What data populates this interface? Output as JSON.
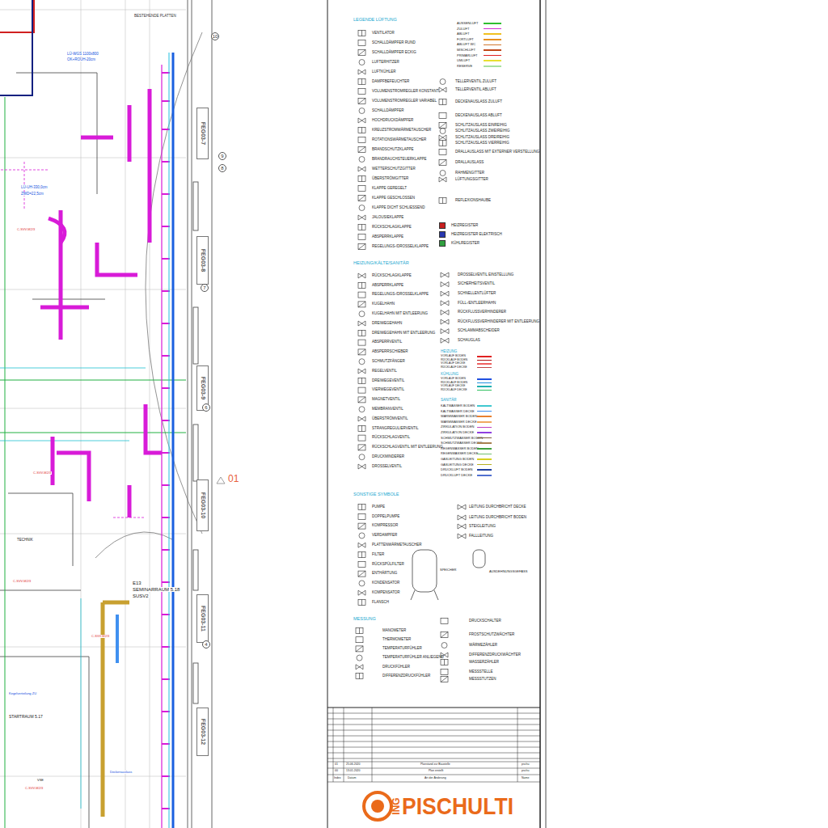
{
  "diagram": {
    "nodes": [
      {
        "text": [
          "FEG03-7"
        ]
      },
      {
        "text": [
          "FEG03-8"
        ]
      },
      {
        "text": [
          "FEG03-9"
        ]
      },
      {
        "text": [
          "FEG03-10"
        ]
      },
      {
        "text": [
          "FEG03-11"
        ]
      },
      {
        "text": [
          "FEG03-12"
        ]
      },
      {
        "text": [
          "10"
        ]
      },
      {
        "text": [
          "9"
        ]
      },
      {
        "text": [
          "8"
        ]
      },
      {
        "text": [
          "7"
        ]
      },
      {
        "text": [
          "6"
        ]
      },
      {
        "text": [
          "4"
        ]
      }
    ],
    "labels": [
      "LEGENDE LÜFTUNG",
      "HEIZUNG/KÄLTE/SANITÄR",
      "HEIZUNG",
      "KÜHLUNG",
      "SANITÄR",
      "SONSTIGE SYMBOLE",
      "SPEICHER",
      "AUSDEHNUNGSGEFÄSS",
      "MESSUNG",
      "01",
      "25.06.2020",
      "Planstand zur Baustelle",
      "pschu",
      "00",
      "13.01.2020",
      "Plan erstellt",
      "pschu",
      "Index",
      "Datum",
      "Art der Änderung",
      "Name",
      "ING",
      "PISCHULTI",
      "01",
      "BESTEHENDE PLATTEN",
      "LÜ-WGS 1100x800",
      "OK+ROUH-20cm",
      "LÜ-UH-330,0cm",
      "ZWD=22,5cm",
      "E13",
      "SEMINARRAUM 5.18",
      "SUSV2",
      "C-SVV-M2/3",
      "C-SVV-M2/3",
      "C-SVV-M2/3",
      "C-SVV-M2/3",
      "C-SVV-M2/3",
      "TECHNIK",
      "Kegelverteilung ZU",
      "STARTRAUM 5.17",
      "Deckenauslass",
      "VSE"
    ],
    "legend": [
      {
        "text": "AUSSENLUFT",
        "color": "#2fbf2f"
      },
      {
        "text": "ZULUFT",
        "color": "#d42ad4"
      },
      {
        "text": "ABLUFT",
        "color": "#f0c020"
      },
      {
        "text": "FORTLUFT",
        "color": "#e89020"
      },
      {
        "text": "ABLUFT WC",
        "color": "#d07830"
      },
      {
        "text": "MISCHLUFT",
        "color": "#c04818"
      },
      {
        "text": "PRIMÄRLUFT",
        "color": "#e02020"
      },
      {
        "text": "UMLUFT",
        "color": "#e8e030"
      },
      {
        "text": "RESERVE",
        "color": "#a8e0a0"
      },
      {
        "text": "VENTILATOR"
      },
      {
        "text": "SCHALLDÄMPFER RUND"
      },
      {
        "text": "SCHALLDÄMPFER ECKIG"
      },
      {
        "text": "LUFTERHITZER"
      },
      {
        "text": "LUFTKÜHLER"
      },
      {
        "text": "DAMPFBEFEUCHTER"
      },
      {
        "text": "VOLUMENSTROMREGLER KONSTANT"
      },
      {
        "text": "VOLUMENSTROMREGLER VARIABEL"
      },
      {
        "text": "SCHALLDÄMPFER"
      },
      {
        "text": "HOCHDRUCKDÄMPFER"
      },
      {
        "text": "KREUZSTROMWÄRMETAUSCHER"
      },
      {
        "text": "ROTATIONSWÄRMETAUSCHER"
      },
      {
        "text": "BRANDSCHUTZKLAPPE"
      },
      {
        "text": "BRANDRAUCHSTEUERKLAPPE"
      },
      {
        "text": "WETTERSCHUTZGITTER"
      },
      {
        "text": "ÜBERSTRÖMGITTER"
      },
      {
        "text": "KLAPPE GEREGELT"
      },
      {
        "text": "KLAPPE GESCHLOSSEN"
      },
      {
        "text": "KLAPPE DICHT SCHLIESSEND"
      },
      {
        "text": "JALOUSIEKLAPPE"
      },
      {
        "text": "RÜCKSCHLAGKLAPPE"
      },
      {
        "text": "ABSPERRKLAPPE"
      },
      {
        "text": "REGELUNGS-/DROSSELKLAPPE"
      },
      {
        "text": "TELLERVENTIL ZULUFT"
      },
      {
        "text": "TELLERVENTIL ABLUFT"
      },
      {
        "text": "DECKENAUSLASS ZULUFT"
      },
      {
        "text": "DECKENAUSLASS ABLUFT"
      },
      {
        "text": "SCHLITZAUSLASS EINREIHIG"
      },
      {
        "text": "SCHLITZAUSLASS ZWEIREIHIG"
      },
      {
        "text": "SCHLITZAUSLASS DREIREIHIG"
      },
      {
        "text": "SCHLITZAUSLASS VIERREIHIG"
      },
      {
        "text": "DRALLAUSLASS MIT EXTERNER VERSTELLUNG"
      },
      {
        "text": "DRALLAUSLASS"
      },
      {
        "text": "RAHMENGITTER"
      },
      {
        "text": "LÜFTUNGSGITTER"
      },
      {
        "text": "REFLEXIONSHAUBE"
      },
      {
        "text": "HEIZREGISTER",
        "color": "#c82020"
      },
      {
        "text": "HEIZREGISTER ELEKTRISCH",
        "color": "#2838b0"
      },
      {
        "text": "KÜHLREGISTER",
        "color": "#30a040"
      },
      {
        "text": "RÜCKSCHLAGKLAPPE"
      },
      {
        "text": "ABSPERRKLAPPE"
      },
      {
        "text": "REGELUNGS-/DROSSELKLAPPE"
      },
      {
        "text": "KUGELHAHN"
      },
      {
        "text": "KUGELHAHN MIT ENTLEERUNG"
      },
      {
        "text": "DREIWEGEHAHN"
      },
      {
        "text": "DREIWEGEHAHN MIT ENTLEERUNG"
      },
      {
        "text": "ABSPERRVENTIL"
      },
      {
        "text": "ABSPERRSCHIEBER"
      },
      {
        "text": "SCHMUTZFÄNGER"
      },
      {
        "text": "REGELVENTIL"
      },
      {
        "text": "DREIWEGEVENTIL"
      },
      {
        "text": "VIERWEGEVENTIL"
      },
      {
        "text": "MAGNETVENTIL"
      },
      {
        "text": "MEMBRANVENTIL"
      },
      {
        "text": "ÜBERSTRÖMVENTIL"
      },
      {
        "text": "STRANGREGULIERVENTIL"
      },
      {
        "text": "RÜCKSCHLAGVENTIL"
      },
      {
        "text": "RÜCKSCHLAGVENTIL MIT ENTLEERUNG"
      },
      {
        "text": "DRUCKMINDERER"
      },
      {
        "text": "DROSSELVENTIL"
      },
      {
        "text": "DROSSELVENTIL EINSTELLUNG"
      },
      {
        "text": "SICHERHEITSVENTIL"
      },
      {
        "text": "SCHNELLENTLÜFTER"
      },
      {
        "text": "FÜLL-/ENTLEERHAHN"
      },
      {
        "text": "RÜCKFLUSSVERHINDERER"
      },
      {
        "text": "RÜCKFLUSSVERHINDERER MIT ENTLEERUNG"
      },
      {
        "text": "SCHLAMMABSCHEIDER"
      },
      {
        "text": "SCHAUGLAS"
      },
      {
        "text": "VORLAUF BODEN",
        "color": "#e02020"
      },
      {
        "text": "RÜCKLAUF BODEN",
        "color": "#b01818"
      },
      {
        "text": "VORLAUF DECKE",
        "color": "#f06060"
      },
      {
        "text": "RÜCKLAUF DECKE",
        "color": "#c04848"
      },
      {
        "text": "VORLAUF BODEN",
        "color": "#2050e0"
      },
      {
        "text": "RÜCKLAUF BODEN",
        "color": "#2090e0"
      },
      {
        "text": "VORLAUF DECKE",
        "color": "#20b0b0"
      },
      {
        "text": "RÜCKLAUF DECKE",
        "color": "#30c060"
      },
      {
        "text": "KALTWASSER BODEN",
        "color": "#40c8d0"
      },
      {
        "text": "KALTWASSER DECKE",
        "color": "#4090f0"
      },
      {
        "text": "WARMWASSER BODEN",
        "color": "#e88030"
      },
      {
        "text": "WARMWASSER DECKE",
        "color": "#f0a860"
      },
      {
        "text": "ZIRKULATION BODEN",
        "color": "#c040c0"
      },
      {
        "text": "ZIRKULATION DECKE",
        "color": "#9040e0"
      },
      {
        "text": "SCHMUTZWASSER BODEN",
        "color": "#806040"
      },
      {
        "text": "SCHMUTZWASSER DECKE",
        "color": "#a88050"
      },
      {
        "text": "REGENWASSER BODEN",
        "color": "#40a040"
      },
      {
        "text": "REGENWASSER DECKE",
        "color": "#70c070"
      },
      {
        "text": "GASLEITUNG BODEN",
        "color": "#d8d020"
      },
      {
        "text": "GASLEITUNG DECKE",
        "color": "#b8b020"
      },
      {
        "text": "DRUCKLUFT BODEN",
        "color": "#2040a0"
      },
      {
        "text": "DRUCKLUFT DECKE",
        "color": "#5070d0"
      },
      {
        "text": "PUMPE"
      },
      {
        "text": "DOPPELPUMPE"
      },
      {
        "text": "KOMPRESSOR"
      },
      {
        "text": "VERDAMPFER"
      },
      {
        "text": "PLATTENWÄRMETAUSCHER"
      },
      {
        "text": "FILTER"
      },
      {
        "text": "RÜCKSPÜLFILTER"
      },
      {
        "text": "ENTHÄRTUNG"
      },
      {
        "text": "KONDENSATOR"
      },
      {
        "text": "KOMPENSATOR"
      },
      {
        "text": "FLANSCH"
      },
      {
        "text": "LEITUNG DURCHBRICHT DECKE"
      },
      {
        "text": "LEITUNG DURCHBRICHT BODEN"
      },
      {
        "text": "STEIGLEITUNG"
      },
      {
        "text": "FALLLEITUNG"
      },
      {
        "text": "MANOMETER"
      },
      {
        "text": "THERMOMETER"
      },
      {
        "text": "TEMPERATURFÜHLER"
      },
      {
        "text": "TEMPERATURFÜHLER ANLIEGEND"
      },
      {
        "text": "DRUCKFÜHLER"
      },
      {
        "text": "DIFFERENZDRUCKFÜHLER"
      },
      {
        "text": "DRUCKSCHALTER"
      },
      {
        "text": "FROSTSCHUTZWÄCHTER"
      },
      {
        "text": "WÄRMEZÄHLER"
      },
      {
        "text": "DIFFERENZDRUCKWÄCHTER"
      },
      {
        "text": "WASSERZÄHLER"
      },
      {
        "text": "MESSSTELLE"
      },
      {
        "text": "MESSSTUTZEN"
      }
    ]
  }
}
